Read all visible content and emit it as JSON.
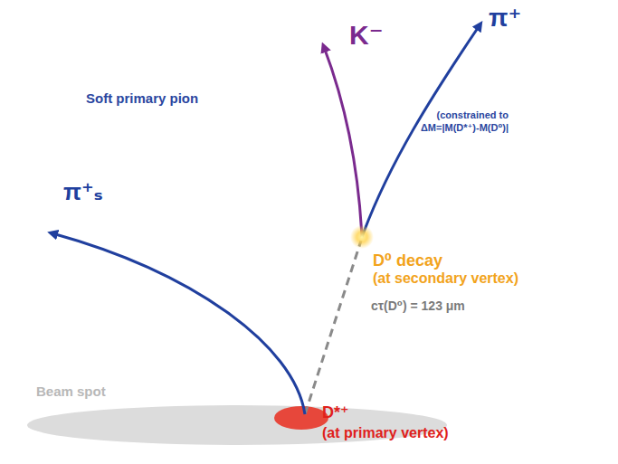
{
  "diagram": {
    "labels": [
      "Soft primary pion",
      "(constrained to",
      "ΔM=|M(D*⁺)-M(D⁰)|",
      "π⁺ₛ",
      "K⁻",
      "π⁺",
      "D⁰ decay",
      "(at secondary vertex)",
      "cτ(D⁰) = 123 μm",
      "Beam spot",
      "D*⁺",
      "(at primary vertex)"
    ]
  }
}
